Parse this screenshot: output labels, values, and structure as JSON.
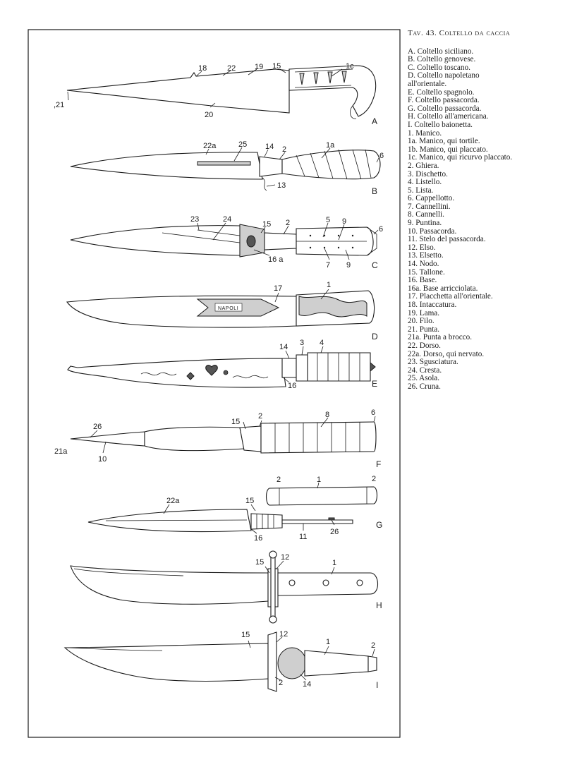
{
  "legend": {
    "title": "Tav. 43. Coltello da caccia",
    "items": [
      "A. Coltello siciliano.",
      "B. Coltello genovese.",
      "C. Coltello toscano.",
      "D. Coltello napoletano",
      "all'orientale.",
      "E. Coltello spagnolo.",
      "F. Coltello passacorda.",
      "G. Coltello passacorda.",
      "H. Coltello all'americana.",
      "I. Coltello baionetta.",
      "1. Manico.",
      "1a. Manico, qui tortile.",
      "1b. Manico, qui placcato.",
      "1c. Manico, qui ricurvo placcato.",
      "2. Ghiera.",
      "3. Dischetto.",
      "4. Listello.",
      "5. Lista.",
      "6. Cappellotto.",
      "7. Cannellini.",
      "8. Cannelli.",
      "9. Puntina.",
      "10. Passacorda.",
      "11. Stelo del passacorda.",
      "12. Elso.",
      "13. Elsetto.",
      "14. Nodo.",
      "15. Tallone.",
      "16. Base.",
      "16a. Base arricciolata.",
      "17. Placchetta all'orientale.",
      "18. Intaccatura.",
      "19. Lama.",
      "20. Filo.",
      "21. Punta.",
      "21a. Punta a brocco.",
      "22. Dorso.",
      "22a. Dorso, qui nervato.",
      "23. Sgusciatura.",
      "24. Cresta.",
      "25. Asola.",
      "26. Cruna."
    ]
  },
  "plate": {
    "letters": [
      "A",
      "B",
      "C",
      "D",
      "E",
      "F",
      "G",
      "H",
      "I"
    ],
    "knife_a": [
      "18",
      "22",
      "19",
      "15",
      "1c",
      ",21",
      "20"
    ],
    "knife_b": [
      "22a",
      "25",
      "14",
      "2",
      "1a",
      "6",
      "13"
    ],
    "knife_c": [
      "23",
      "24",
      "15",
      "2",
      "5",
      "9",
      "6",
      "16 a",
      "7",
      "9"
    ],
    "knife_d": [
      "17",
      "1"
    ],
    "knife_e": [
      "14",
      "3",
      "4",
      "16"
    ],
    "knife_f": [
      "26",
      "15",
      "2",
      "8",
      "6",
      "21a",
      "10"
    ],
    "knife_g": [
      "2",
      "1",
      "2",
      "22a",
      "15",
      "11",
      "26",
      "16"
    ],
    "knife_h": [
      "15",
      "12",
      "1"
    ],
    "knife_i": [
      "15",
      "12",
      "1",
      "2",
      "2",
      "14"
    ],
    "engraving": "NAPOLI"
  }
}
